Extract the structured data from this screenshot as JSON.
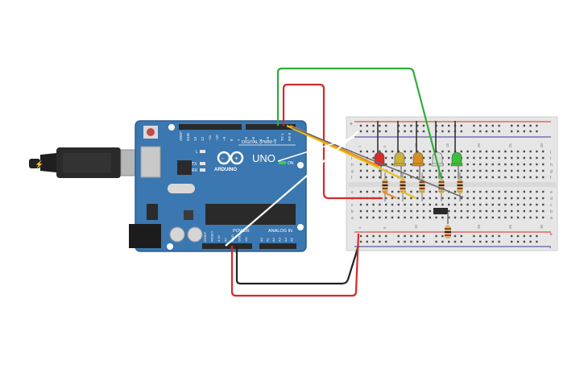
{
  "canvas": {
    "background": "#ffffff"
  },
  "arduino": {
    "brand": "ARDUINO",
    "model": "UNO",
    "on_label": "ON",
    "tx_label": "TX",
    "rx_label": "RX",
    "l_label": "L",
    "digital_label": "DIGITAL (PWM~)",
    "power_label": "POWER",
    "analog_label": "ANALOG IN",
    "digital_pins": [
      "AREF",
      "GND",
      "13",
      "12",
      "~11",
      "~10",
      "~9",
      "8",
      "7",
      "~6",
      "~5",
      "4",
      "~3",
      "2",
      "TX 1",
      "RX 0"
    ],
    "power_pins": [
      "IOREF",
      "RESET",
      "3.3V",
      "5V",
      "GND",
      "GND",
      "Vin"
    ],
    "analog_pins": [
      "A0",
      "A1",
      "A2",
      "A3",
      "A4",
      "A5"
    ],
    "board_color": "#3b77b0"
  },
  "breadboard": {
    "row_letters_top": [
      "j",
      "i",
      "h",
      "g",
      "f"
    ],
    "row_letters_bottom": [
      "e",
      "d",
      "c",
      "b",
      "a"
    ],
    "column_numbers": [
      "1",
      "5",
      "10",
      "15",
      "20",
      "25",
      "30"
    ],
    "rail_plus": "+",
    "rail_minus": "-"
  },
  "leds": [
    {
      "color_name": "red",
      "hex": "#d62c2c"
    },
    {
      "color_name": "yellow",
      "hex": "#c9b23a"
    },
    {
      "color_name": "orange",
      "hex": "#d98d1f"
    },
    {
      "color_name": "white",
      "hex": "#dcdcdc"
    },
    {
      "color_name": "green",
      "hex": "#3cbf3c"
    }
  ],
  "wire_colors": {
    "green": "#2fae3a",
    "red": "#d42a2a",
    "yellow": "#e3c21c",
    "orange": "#f08a1e",
    "white": "#ffffff",
    "black": "#222222"
  }
}
